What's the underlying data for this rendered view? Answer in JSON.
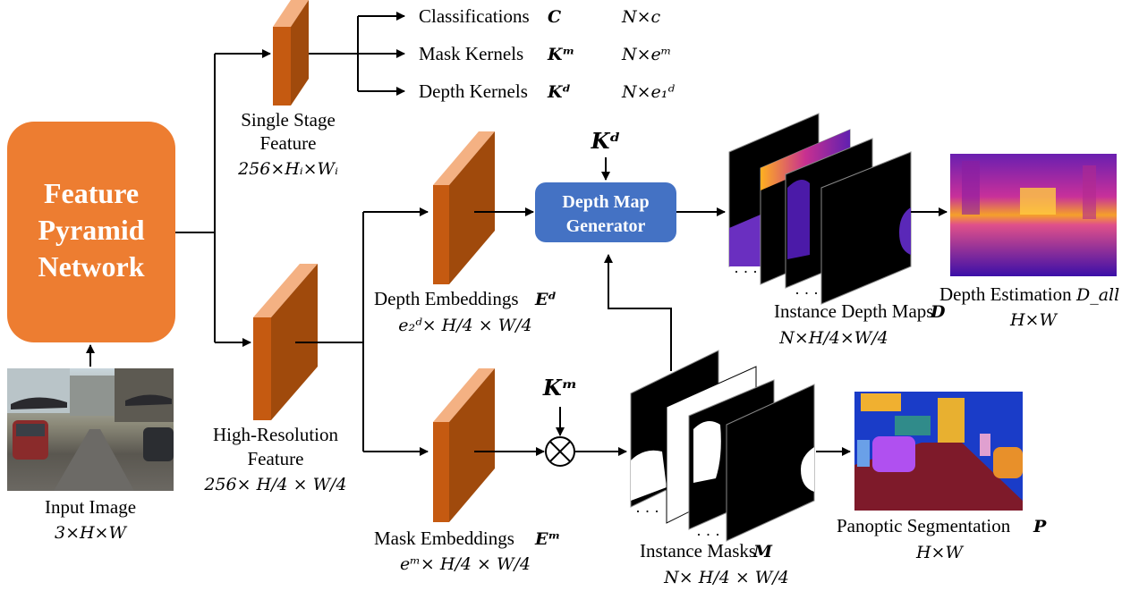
{
  "fpn": {
    "line1": "Feature",
    "line2": "Pyramid",
    "line3": "Network"
  },
  "input_image": {
    "label": "Input Image",
    "dims": "3×H×W"
  },
  "single_stage": {
    "line1": "Single Stage",
    "line2": "Feature",
    "dims": "256×Hᵢ×Wᵢ"
  },
  "high_res": {
    "line1": "High-Resolution",
    "line2": "Feature",
    "dims": "256× H/4 × W/4"
  },
  "outputs": [
    {
      "name": "Classifications",
      "symbol": "C",
      "dims": "N×c"
    },
    {
      "name": "Mask Kernels",
      "symbol": "Kᵐ",
      "dims": "N×eᵐ"
    },
    {
      "name": "Depth Kernels",
      "symbol": "Kᵈ",
      "dims": "N×e₁ᵈ"
    }
  ],
  "depth_emb": {
    "label": "Depth Embeddings",
    "symbol": "Eᵈ",
    "dims": "e₂ᵈ× H/4 × W/4"
  },
  "mask_emb": {
    "label": "Mask Embeddings",
    "symbol": "Eᵐ",
    "dims": "eᵐ× H/4 × W/4"
  },
  "depth_gen": {
    "line1": "Depth Map",
    "line2": "Generator"
  },
  "kd_input": "Kᵈ",
  "km_input": "Kᵐ",
  "inst_depth": {
    "label": "Instance Depth Maps",
    "symbol": "D",
    "dims": "N×H/4×W/4"
  },
  "depth_est": {
    "label": "Depth Estimation",
    "symbol": "D_all",
    "dims": "H×W"
  },
  "inst_masks": {
    "label": "Instance Masks",
    "symbol": "M",
    "dims": "N× H/4 × W/4"
  },
  "panoptic": {
    "label": "Panoptic Segmentation",
    "symbol": "P",
    "dims": "H×W"
  },
  "colors": {
    "fpn": "#ED7D31",
    "feature": "#C55A11",
    "generator": "#4472C4"
  }
}
